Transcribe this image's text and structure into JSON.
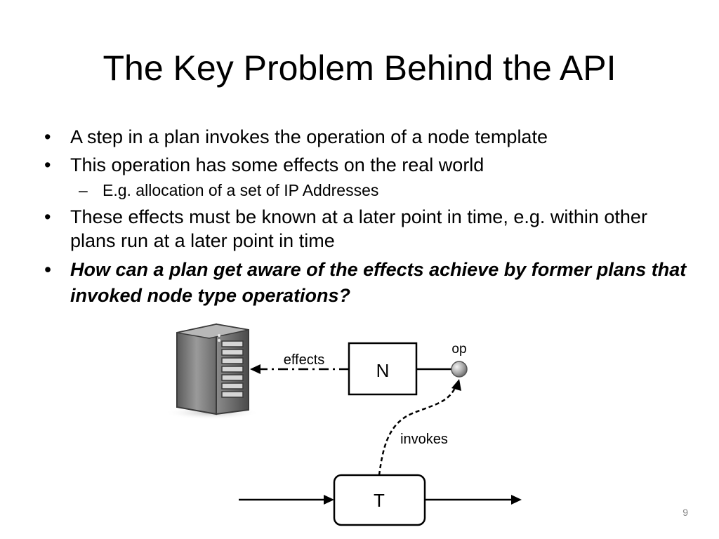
{
  "slide": {
    "title": "The Key Problem Behind the API",
    "bullets": [
      {
        "marker": "•",
        "text": "A step in a plan invokes the operation of a node template"
      },
      {
        "marker": "•",
        "text": "This operation has some effects on the real world"
      },
      {
        "marker": "–",
        "text": "E.g. allocation of a set of IP Addresses"
      },
      {
        "marker": "•",
        "text": "These effects must be known at a later point in time, e.g. within other plans run at a later point in time"
      },
      {
        "marker": "•",
        "text": "How can a plan get aware of the effects achieve by former plans that invoked node type operations?"
      }
    ],
    "page_number": "9"
  },
  "diagram": {
    "node_label": "N",
    "task_label": "T",
    "op_label": "op",
    "effects_label": "effects",
    "invokes_label": "invokes",
    "icons": {
      "server": "server-icon"
    },
    "colors": {
      "stroke": "#000000",
      "server_body": "#7a7a7a",
      "port": "#b0b0b0"
    }
  }
}
